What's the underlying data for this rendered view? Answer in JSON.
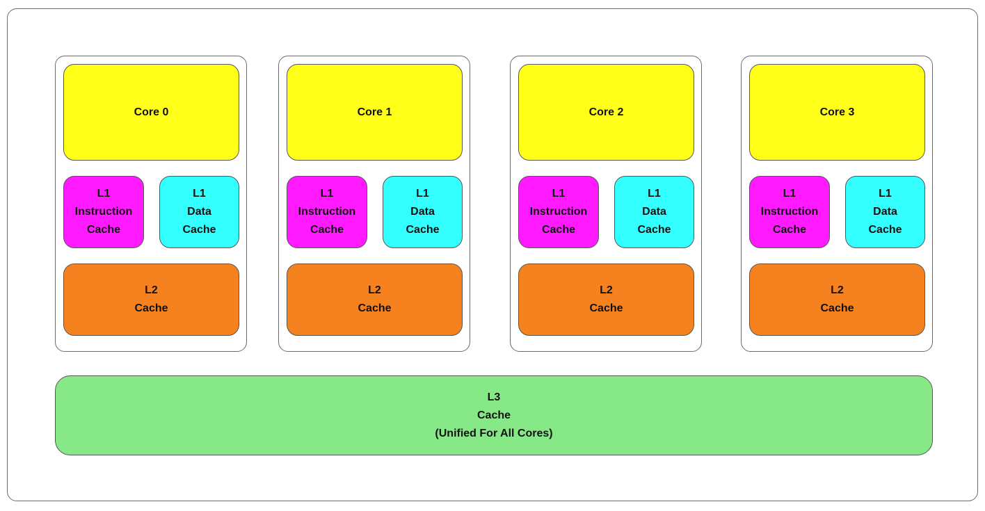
{
  "cores": [
    {
      "core_label": "Core 0",
      "l1_instruction": [
        "L1",
        "Instruction",
        "Cache"
      ],
      "l1_data": [
        "L1",
        "Data",
        "Cache"
      ],
      "l2": [
        "L2",
        "Cache"
      ]
    },
    {
      "core_label": "Core 1",
      "l1_instruction": [
        "L1",
        "Instruction",
        "Cache"
      ],
      "l1_data": [
        "L1",
        "Data",
        "Cache"
      ],
      "l2": [
        "L2",
        "Cache"
      ]
    },
    {
      "core_label": "Core 2",
      "l1_instruction": [
        "L1",
        "Instruction",
        "Cache"
      ],
      "l1_data": [
        "L1",
        "Data",
        "Cache"
      ],
      "l2": [
        "L2",
        "Cache"
      ]
    },
    {
      "core_label": "Core 3",
      "l1_instruction": [
        "L1",
        "Instruction",
        "Cache"
      ],
      "l1_data": [
        "L1",
        "Data",
        "Cache"
      ],
      "l2": [
        "L2",
        "Cache"
      ]
    }
  ],
  "l3": [
    "L3",
    "Cache",
    "(Unified For All Cores)"
  ],
  "colors": {
    "core": "#ffff1a",
    "l1_instruction": "#ff1aff",
    "l1_data": "#33ffff",
    "l2": "#f5821f",
    "l3": "#87e887"
  }
}
